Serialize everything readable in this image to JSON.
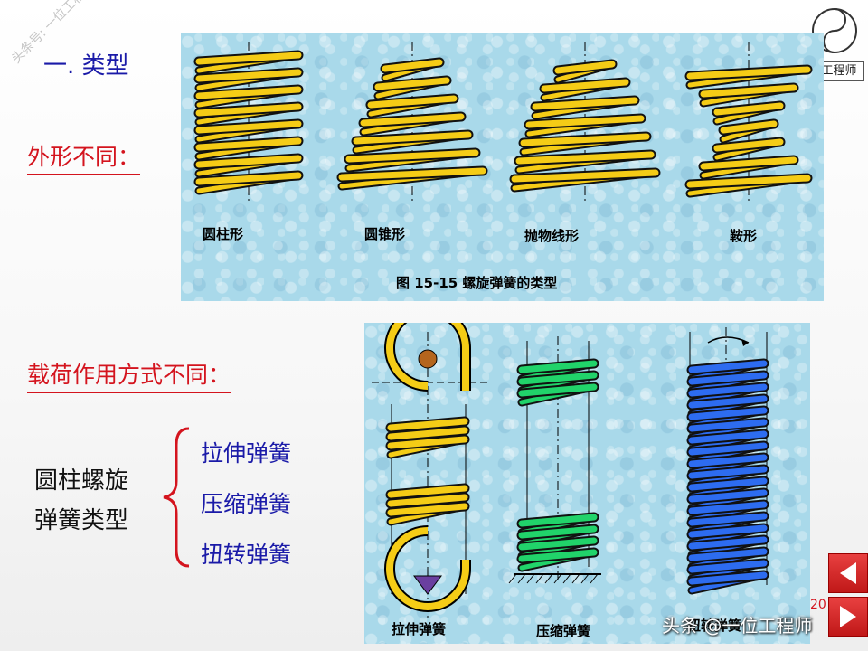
{
  "slide": {
    "title": "一. 类型",
    "heading_shape": "外形不同：",
    "heading_load": "载荷作用方式不同：",
    "spring_type_group": [
      "圆柱螺旋",
      "弹簧类型"
    ],
    "spring_types": [
      "拉伸弹簧",
      "压缩弹簧",
      "扭转弹簧"
    ],
    "page_number": "20"
  },
  "figure_shapes": {
    "labels": [
      "圆柱形",
      "圆锥形",
      "抛物线形",
      "鞍形"
    ],
    "caption": "图 15-15  螺旋弹簧的类型"
  },
  "figure_load": {
    "labels": [
      "拉伸弹簧",
      "压缩弹簧",
      "扭转弹簧"
    ]
  },
  "watermarks": {
    "diagonal": "头条号: 一位工程师",
    "bottom": "头条 @一位工程师",
    "logo_text": "工程师"
  },
  "colors": {
    "title_blue": "#1a1aa8",
    "heading_red": "#d4141e",
    "spring_yellow": "#f5cc16",
    "spring_green": "#21d36a",
    "spring_blue": "#2d6cf0",
    "panel_bg": "#a9d9ea"
  },
  "icons": {
    "prev": "triangle-left-icon",
    "next": "triangle-right-icon"
  }
}
